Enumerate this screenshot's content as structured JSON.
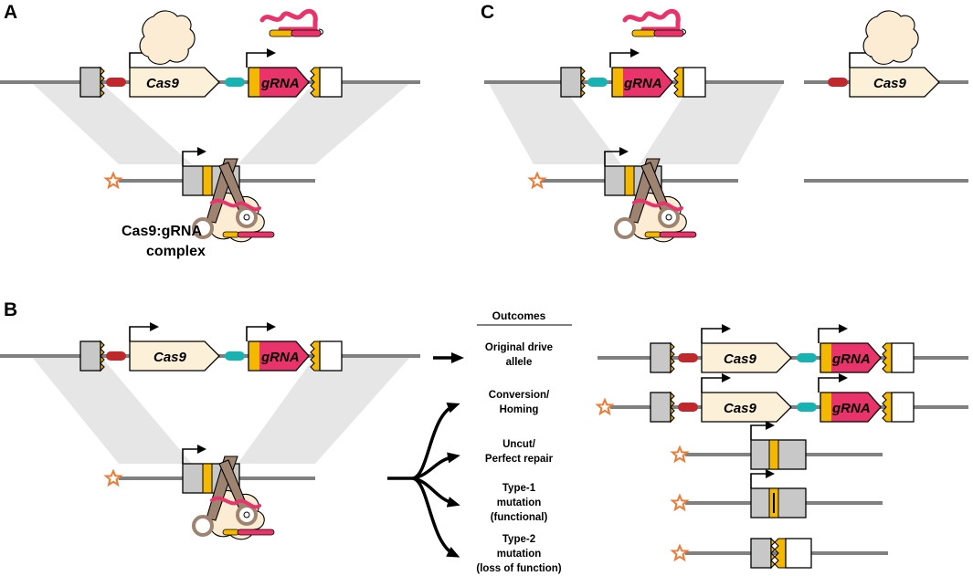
{
  "panels": {
    "a_label": "A",
    "b_label": "B",
    "c_label": "C"
  },
  "genes": {
    "cas9": "Cas9",
    "grna": "gRNA"
  },
  "complex_label": {
    "line1": "Cas9:gRNA",
    "line2": "complex"
  },
  "outcomes": {
    "header": "Outcomes",
    "items": [
      {
        "line1": "Original drive",
        "line2": "allele",
        "line3": ""
      },
      {
        "line1": "Conversion/",
        "line2": "Homing",
        "line3": ""
      },
      {
        "line1": "Uncut/",
        "line2": "Perfect repair",
        "line3": ""
      },
      {
        "line1": "Type-1",
        "line2": "mutation",
        "line3": "(functional)"
      },
      {
        "line1": "Type-2",
        "line2": "mutation",
        "line3": "(loss of function)"
      }
    ]
  },
  "colors": {
    "chromosome": "#808080",
    "shade": "#e6e6e6",
    "homology_arm": "#c8c8c8",
    "promoter_cas9": "#c0282c",
    "promoter_grna": "#17b3b3",
    "cas9_box": "#fdf0d8",
    "grna_pink": "#e8336b",
    "grna_yellow": "#f5b800",
    "cutsite": "#f5b800",
    "protein": "#fbecd3",
    "scissors": "#9e8470",
    "star": "#ee7a36"
  }
}
